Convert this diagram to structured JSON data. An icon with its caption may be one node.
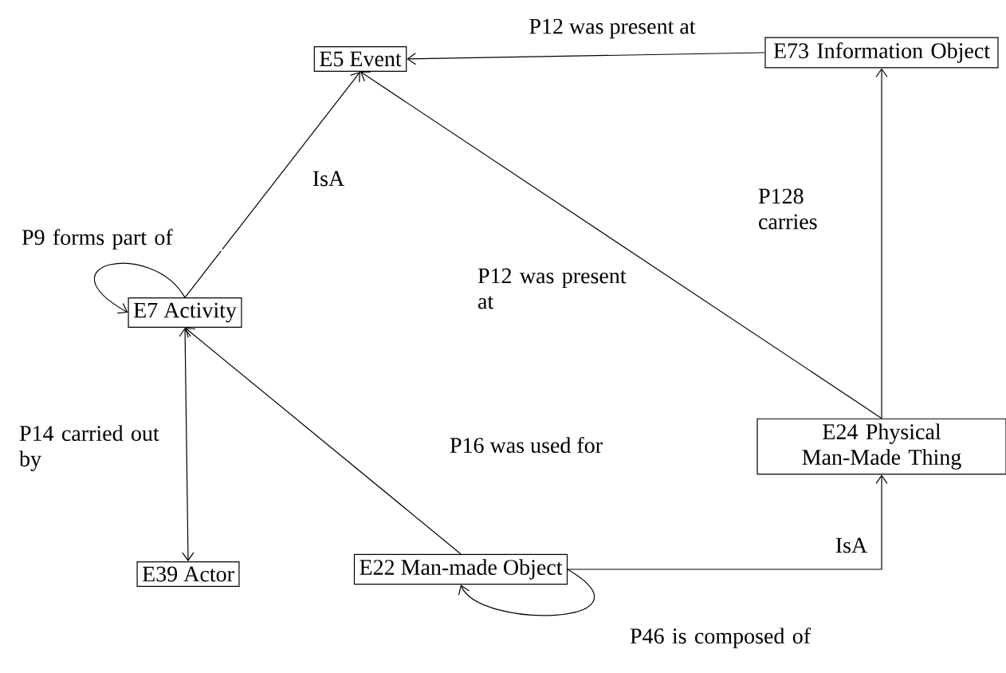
{
  "diagram": {
    "nodes": [
      {
        "text": [
          "E5 Event"
        ]
      },
      {
        "text": [
          "E73 Information Object"
        ]
      },
      {
        "text": [
          "E7 Activity"
        ]
      },
      {
        "text": [
          "E39 Actor"
        ]
      },
      {
        "text": [
          "E22 Man-made Object"
        ]
      },
      {
        "text": [
          "E24 Physical Man-Made Thing"
        ]
      }
    ],
    "edges": [
      {
        "from": 1,
        "to": 0,
        "arrow": "to",
        "label": "P12 was present at"
      },
      {
        "from": 2,
        "to": 0,
        "arrow": "to",
        "label": "IsA"
      },
      {
        "from": 2,
        "to": 2,
        "arrow": "to",
        "label": "P9 forms part of"
      },
      {
        "from": 3,
        "to": 2,
        "arrow": "both",
        "label": "P14 carried out by"
      },
      {
        "from": 4,
        "to": 2,
        "arrow": "to",
        "label": "P16 was used for"
      },
      {
        "from": 5,
        "to": 0,
        "arrow": "to",
        "label": "P12 was present at"
      },
      {
        "from": 5,
        "to": 1,
        "arrow": "to",
        "label": "P128 carries"
      },
      {
        "from": 4,
        "to": 5,
        "arrow": "to",
        "label": "IsA"
      },
      {
        "from": 4,
        "to": 4,
        "arrow": "to",
        "label": "P46 is composed of"
      }
    ]
  }
}
